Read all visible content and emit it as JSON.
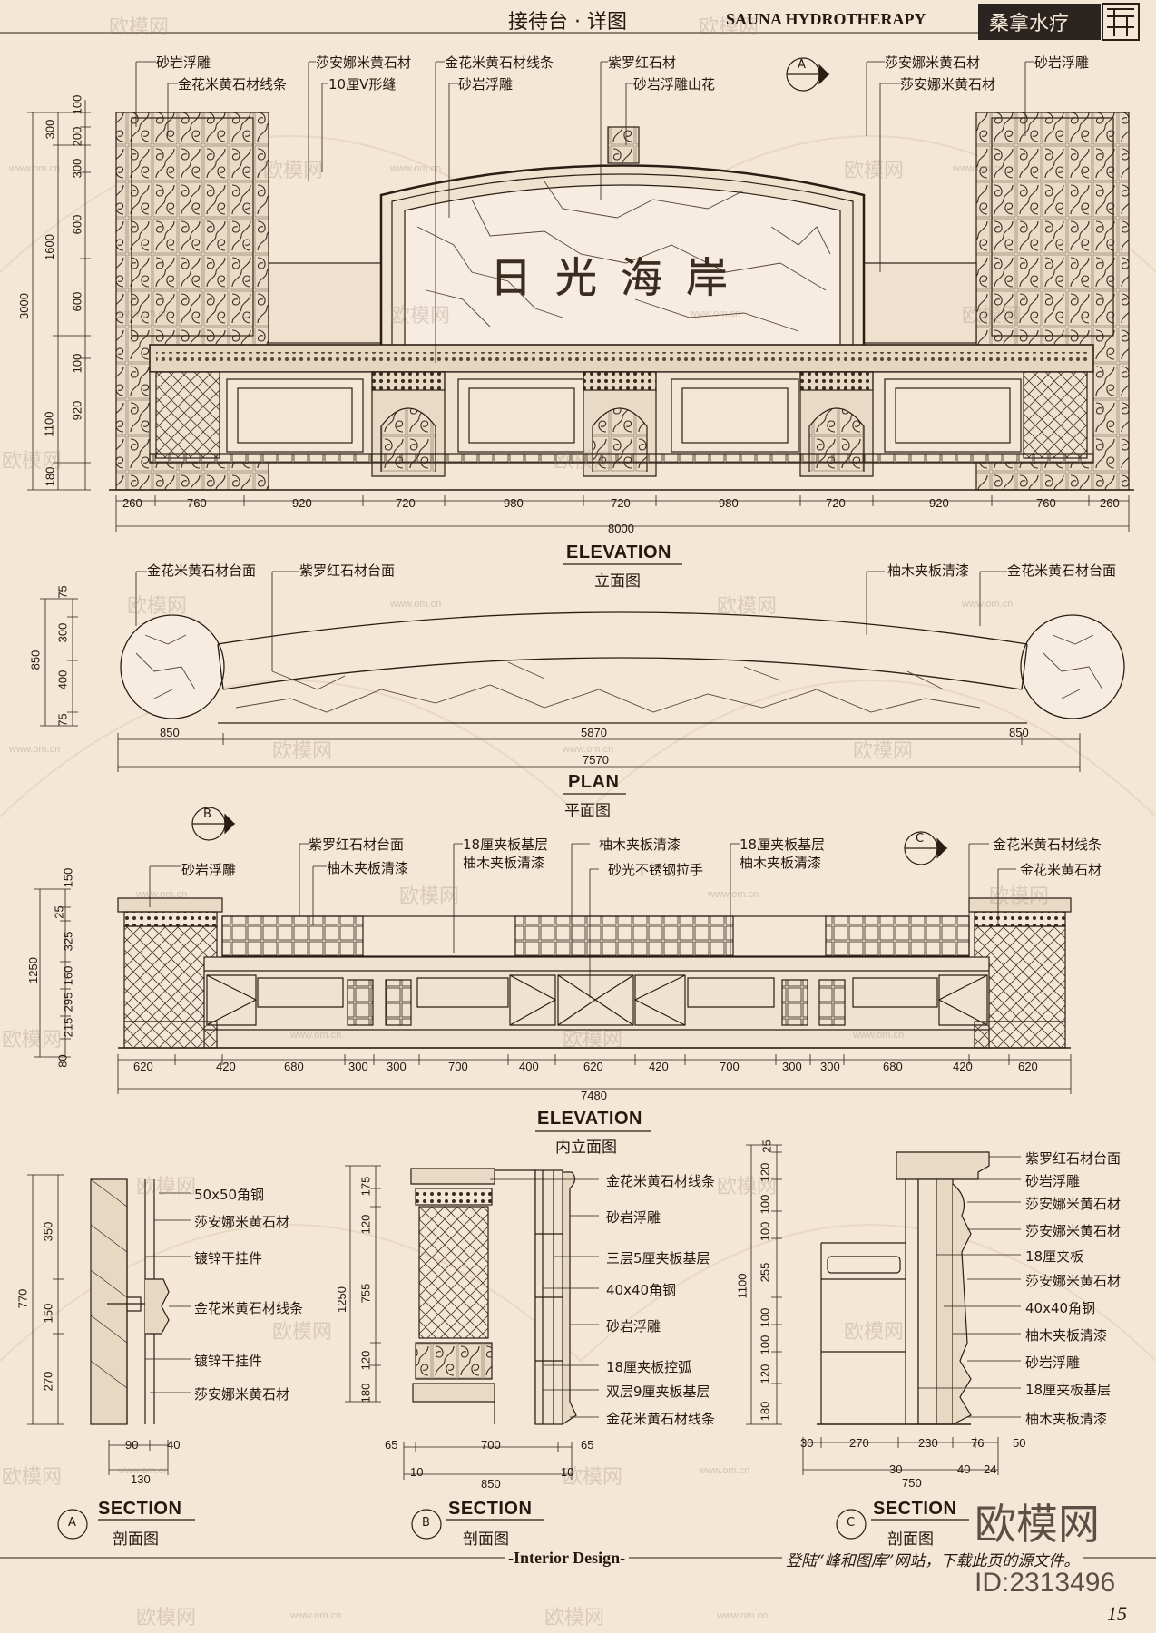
{
  "header": {
    "title": "接待台 · 详图",
    "brand_en": "SAUNA HYDROTHERAPY",
    "brand_cn": "桑拿水疗"
  },
  "elevation": {
    "title": "ELEVATION",
    "subtitle": "立面图",
    "callouts_top": [
      "砂岩浮雕",
      "金花米黄石材线条",
      "莎安娜米黄石材",
      "10厘V形缝",
      "金花米黄石材线条",
      "砂岩浮雕",
      "紫罗红石材",
      "砂岩浮雕山花",
      "莎安娜米黄石材",
      "莎安娜米黄石材",
      "砂岩浮雕"
    ],
    "panel_text": "日光海岸",
    "section_marker": "A",
    "vertical_dims_outer": [
      "3000"
    ],
    "vertical_dims_mid": [
      "300",
      "1600",
      "1100",
      "180"
    ],
    "vertical_dims_inner": [
      "100",
      "200",
      "300",
      "600",
      "600",
      "100",
      "920"
    ],
    "horizontal_dims": [
      "260",
      "760",
      "920",
      "720",
      "980",
      "720",
      "980",
      "720",
      "920",
      "760",
      "260"
    ],
    "overall": "8000"
  },
  "plan": {
    "title": "PLAN",
    "subtitle": "平面图",
    "callouts": [
      "金花米黄石材台面",
      "紫罗红石材台面",
      "柚木夹板清漆",
      "金花米黄石材台面"
    ],
    "vertical_dims": [
      "75",
      "300",
      "400",
      "75",
      "850"
    ],
    "horizontal_dims": [
      "850",
      "5870",
      "850"
    ],
    "overall": "7570"
  },
  "inner_elevation": {
    "title": "ELEVATION",
    "subtitle": "内立面图",
    "markers": [
      "B",
      "C"
    ],
    "callouts": [
      "紫罗红石材台面",
      "柚木夹板清漆",
      "砂岩浮雕",
      "18厘夹板基层",
      "柚木夹板清漆",
      "柚木夹板清漆",
      "砂光不锈钢拉手",
      "18厘夹板基层",
      "柚木夹板清漆",
      "金花米黄石材线条",
      "金花米黄石材"
    ],
    "vertical_dims_outer": [
      "1250"
    ],
    "vertical_dims_inner": [
      "150",
      "25",
      "325",
      "160",
      "295",
      "215",
      "80"
    ],
    "horizontal_dims": [
      "620",
      "420",
      "680",
      "300",
      "300",
      "700",
      "400",
      "620",
      "420",
      "700",
      "300",
      "300",
      "680",
      "420",
      "620"
    ],
    "overall": "7480"
  },
  "section_a": {
    "marker": "A",
    "title": "SECTION",
    "subtitle": "剖面图",
    "callouts": [
      "50x50角钢",
      "莎安娜米黄石材",
      "镀锌干挂件",
      "金花米黄石材线条",
      "镀锌干挂件",
      "莎安娜米黄石材"
    ],
    "vertical_dims": [
      "770",
      "350",
      "150",
      "270"
    ],
    "horizontal_dims": [
      "90",
      "40",
      "130"
    ]
  },
  "section_b": {
    "marker": "B",
    "title": "SECTION",
    "subtitle": "剖面图",
    "callouts": [
      "金花米黄石材线条",
      "砂岩浮雕",
      "三层5厘夹板基层",
      "40x40角钢",
      "砂岩浮雕",
      "18厘夹板控弧",
      "双层9厘夹板基层",
      "金花米黄石材线条"
    ],
    "vertical_dims": [
      "1250",
      "175",
      "120",
      "755",
      "120",
      "180"
    ],
    "horizontal_dims": [
      "65",
      "700",
      "65",
      "10",
      "850",
      "10"
    ]
  },
  "section_c": {
    "marker": "C",
    "title": "SECTION",
    "subtitle": "剖面图",
    "callouts": [
      "紫罗红石材台面",
      "砂岩浮雕",
      "莎安娜米黄石材",
      "莎安娜米黄石材",
      "18厘夹板",
      "莎安娜米黄石材",
      "40x40角钢",
      "柚木夹板清漆",
      "砂岩浮雕",
      "18厘夹板基层",
      "柚木夹板清漆"
    ],
    "vertical_dims": [
      "1100",
      "25",
      "120",
      "100",
      "100",
      "255",
      "100",
      "100",
      "120",
      "180"
    ],
    "horizontal_dims": [
      "30",
      "270",
      "230",
      "76",
      "50",
      "30",
      "40",
      "24",
      "750"
    ]
  },
  "footer": {
    "left": "-Interior Design-",
    "right": "登陆“峰和图库”网站，下载此页的源文件。",
    "page": "15",
    "brand": "欧模网",
    "id": "ID:2313496"
  },
  "watermark": {
    "text": "欧模网",
    "url": "www.om.cn"
  },
  "colors": {
    "background": "#f4e7d6",
    "ink": "#2a1e14",
    "header_dark": "#2b2420"
  }
}
